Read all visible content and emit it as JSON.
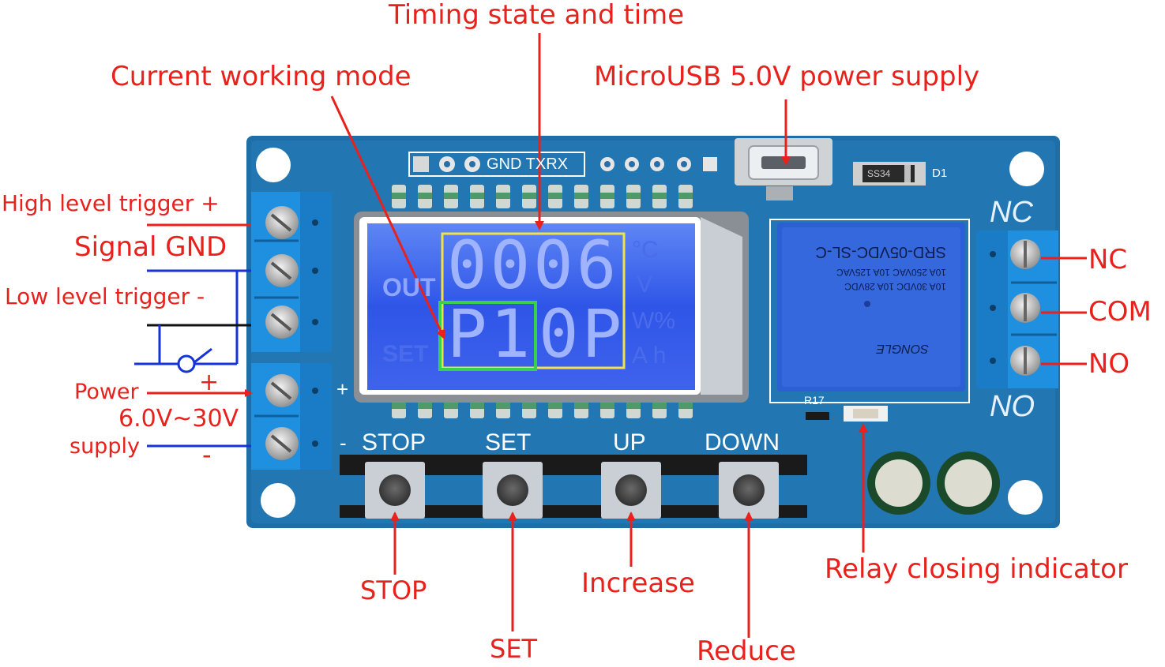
{
  "labels": {
    "timing_state": "Timing state and time",
    "working_mode": "Current working mode",
    "usb_supply": "MicroUSB 5.0V power supply",
    "high_trigger": "High level  trigger +",
    "signal_gnd": "Signal GND",
    "low_trigger": "Low level  trigger -",
    "power": "Power",
    "voltage": "6.0V~30V",
    "supply": "supply",
    "plus": "+",
    "minus": "-",
    "nc": "NC",
    "com": "COM",
    "no": "NO",
    "relay_indicator": "Relay closing indicator",
    "stop": "STOP",
    "set": "SET",
    "increase": "Increase",
    "reduce": "Reduce"
  },
  "board": {
    "header_label": "GND TXRX",
    "diode_label": "D1",
    "diode_code": "SS34",
    "resistor_label": "R17",
    "nc_silk": "NC",
    "no_silk": "NO",
    "plus_silk": "+",
    "minus_silk": "-",
    "buttons": [
      "STOP",
      "SET",
      "UP",
      "DOWN"
    ],
    "relay": {
      "model": "SRD-05VDC-SL-C",
      "rating1": "10A 250VAC  10A 125VAC",
      "rating2": "10A 30VDC  10A 28VDC",
      "brand": "SONGLE"
    }
  },
  "lcd": {
    "top_digits": "0006",
    "bottom_mode": "P1",
    "bottom_rest": "0P",
    "out_label": "OUT",
    "set_label": "SET",
    "unit_c": "°C",
    "unit_v": "V",
    "unit_w": "W%",
    "unit_ah": "A h"
  },
  "colors": {
    "label_red": "#e8211c",
    "pcb_blue": "#1e6fa8",
    "terminal_blue": "#1f8fe0",
    "lcd_blue": "#2e55e6",
    "highlight_yellow": "#f2e24a",
    "highlight_green": "#37d24a",
    "wire_blue": "#1533d6"
  }
}
